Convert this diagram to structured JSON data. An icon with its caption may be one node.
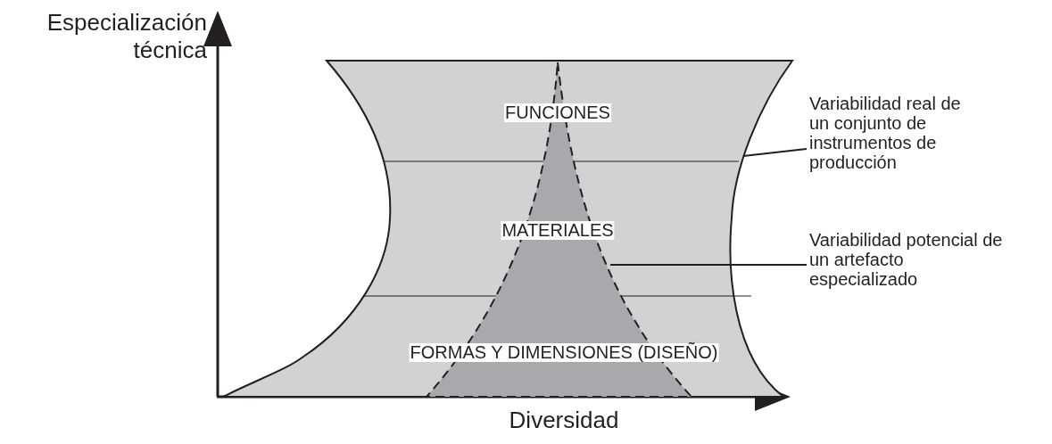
{
  "diagram": {
    "nodes": [
      {
        "text": [
          "Variabilidad real de un conjunto de instrumentos de producción"
        ]
      },
      {
        "text": [],
        "shape": "hourglass"
      },
      {
        "text": [
          "Variabilidad potencial de un artefacto especializado"
        ]
      },
      {
        "text": [],
        "shape": "triangle",
        "in": 1
      }
    ],
    "edges": [
      {
        "from": 0,
        "to": 1,
        "arrow": "none"
      },
      {
        "from": 2,
        "to": 3,
        "arrow": "none"
      }
    ],
    "labels": [
      "Especialización técnica",
      "FUNCIONES",
      "MATERIALES",
      "FORMAS Y DIMENSIONES (DISEÑO)",
      "Diversidad"
    ]
  }
}
